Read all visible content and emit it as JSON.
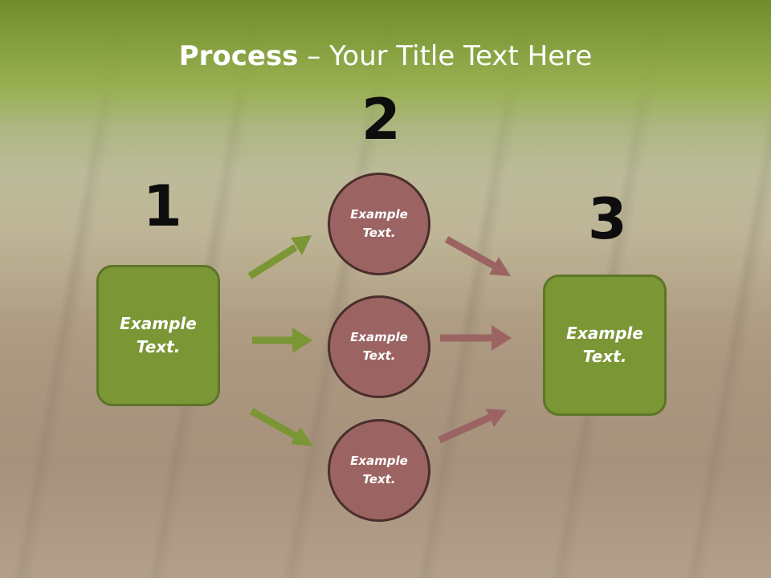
{
  "title": {
    "bold": "Process",
    "rest": " – Your Title Text Here"
  },
  "step_numbers": [
    "1",
    "2",
    "3"
  ],
  "left_box": {
    "line1": "Example",
    "line2": "Text."
  },
  "circles": [
    {
      "line1": "Example",
      "line2": "Text."
    },
    {
      "line1": "Example",
      "line2": "Text."
    },
    {
      "line1": "Example",
      "line2": "Text."
    }
  ],
  "right_box": {
    "line1": "Example",
    "line2": "Text."
  },
  "colors": {
    "box_fill": "#7b9635",
    "circle_fill": "#9b6462",
    "arrow_green": "#7b9635",
    "arrow_red": "#9b6462",
    "title": "#ffffff"
  }
}
